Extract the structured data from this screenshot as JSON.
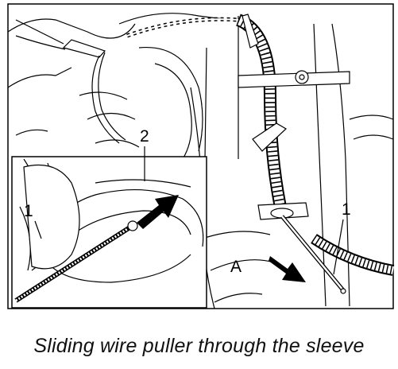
{
  "figure": {
    "callouts": {
      "inset_one": "1",
      "inset_two": "2",
      "main_one": "1",
      "main_a": "A"
    }
  },
  "caption": "Sliding wire puller through the sleeve"
}
